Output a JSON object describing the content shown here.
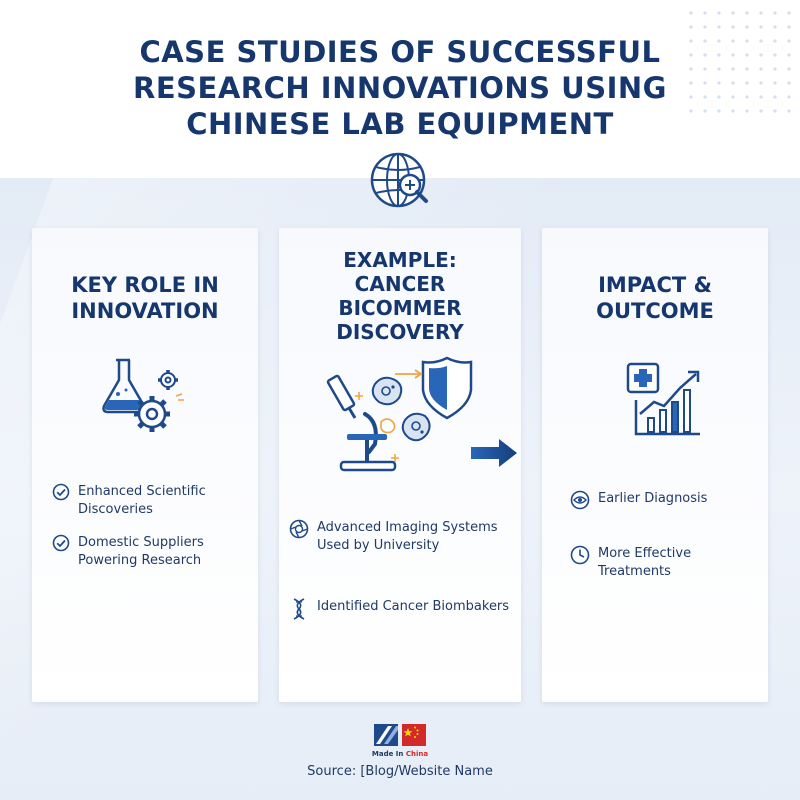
{
  "title": "CASE STUDIES OF SUCCESSFUL\nRESEARCH INNOVATIONS USING\nCHINESE LAB EQUIPMENT",
  "colors": {
    "navy": "#16366e",
    "accent_blue": "#2a66b8",
    "accent_orange": "#f2a43a",
    "china_red": "#d22a2a"
  },
  "cards": [
    {
      "title": "KEY ROLE IN\nINNOVATION",
      "icon": "flask-gears-icon",
      "items": [
        {
          "icon": "check-circle-icon",
          "text": "Enhanced Scientific\nDiscoveries"
        },
        {
          "icon": "check-circle-icon",
          "text": "Domestic Suppliers\nPowering Research"
        }
      ]
    },
    {
      "title": "EXAMPLE:\nCANCER\nBICOMMER\nDISCOVERY",
      "icon": "microscope-cells-shield-icon",
      "items": [
        {
          "icon": "aperture-icon",
          "text": "Advanced Imaging Systems\nUsed by University"
        },
        {
          "icon": "dna-icon",
          "text": "Identified Cancer Biombakers"
        }
      ]
    },
    {
      "title": "IMPACT &\nOUTCOME",
      "icon": "medical-chart-growth-icon",
      "items": [
        {
          "icon": "eye-scan-icon",
          "text": "Earlier Diagnosis"
        },
        {
          "icon": "clock-icon",
          "text": "More Effective\nTreatments"
        }
      ]
    }
  ],
  "footer": {
    "made_in": "Made In",
    "china": "China",
    "source": "Source: [Blog/Website Name"
  }
}
